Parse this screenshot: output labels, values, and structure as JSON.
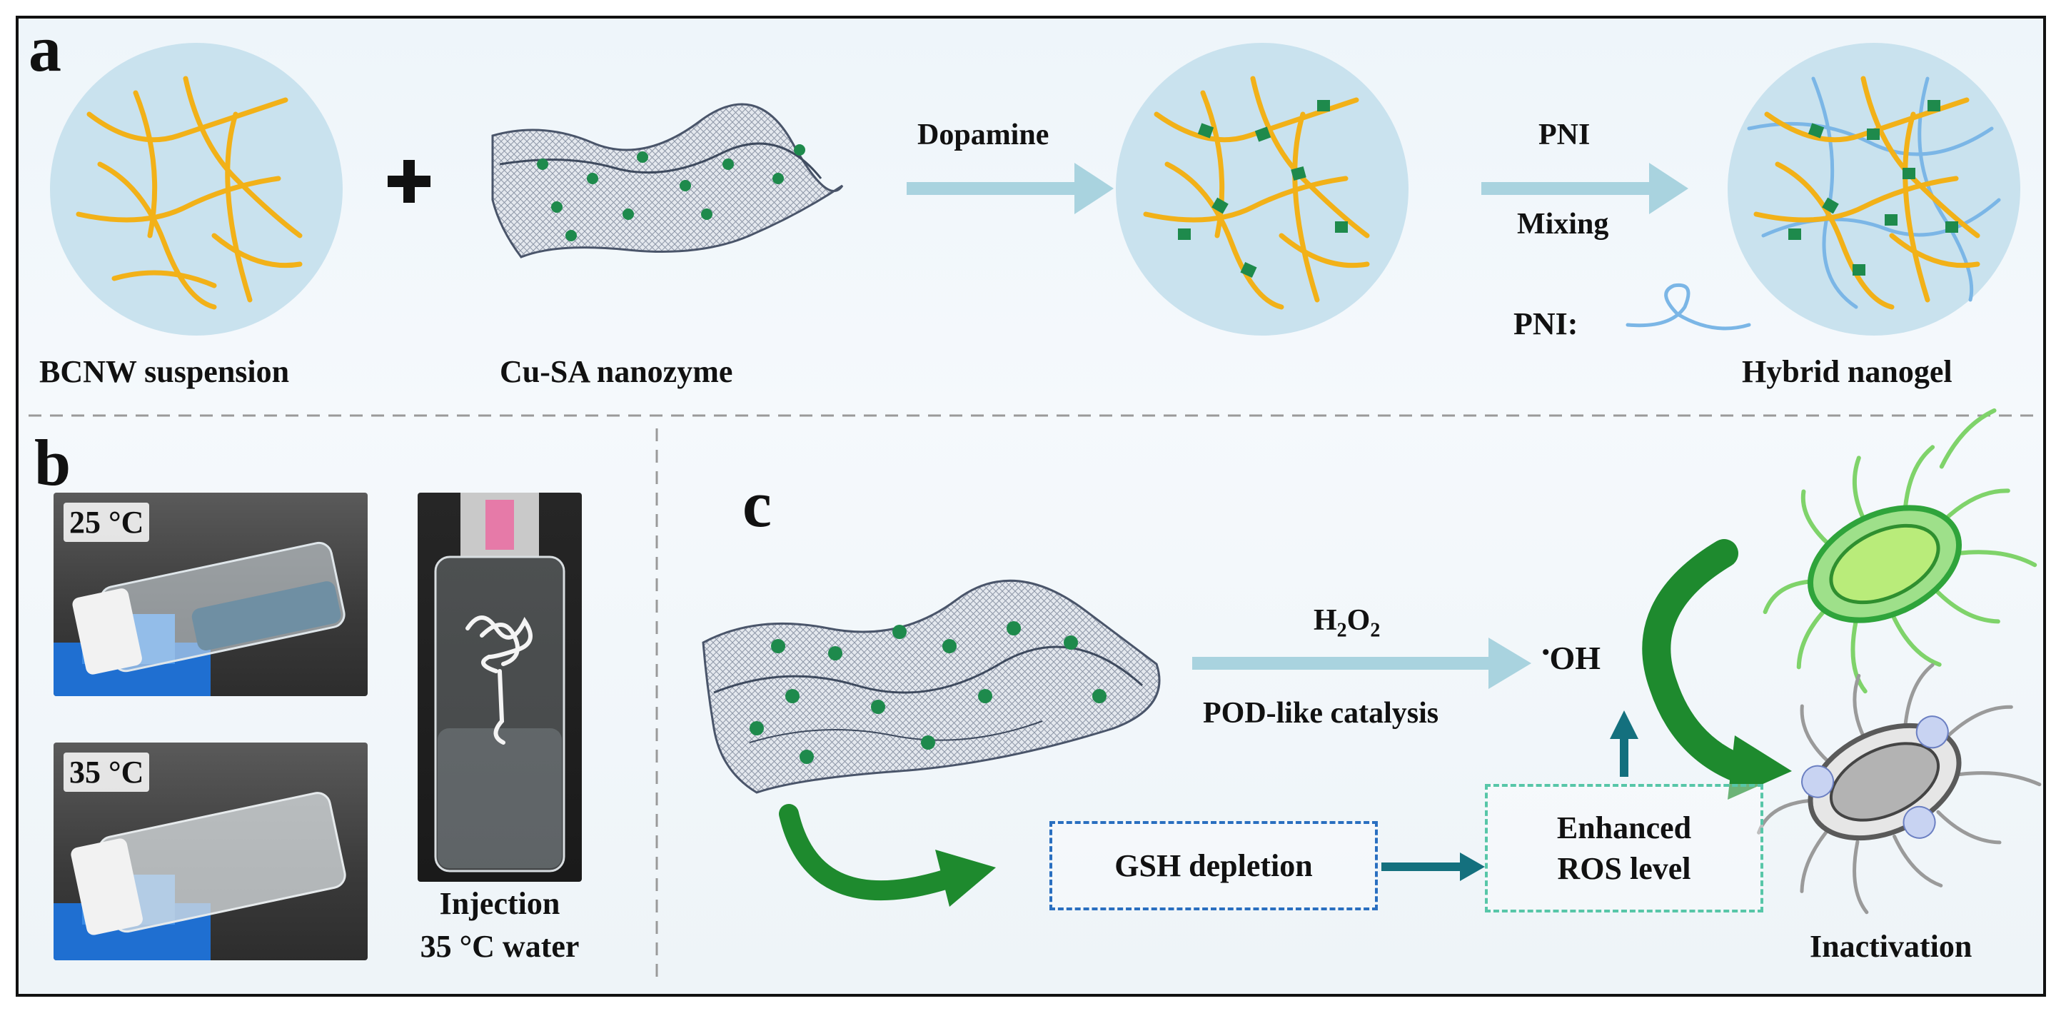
{
  "panel_a": {
    "letter": "a",
    "bcnw_label": "BCNW suspension",
    "nanozyme_label": "Cu-SA nanozyme",
    "plus": "+",
    "arrow1_label": "Dopamine",
    "arrow2_label_top": "PNI",
    "arrow2_label_bottom": "Mixing",
    "pni_legend_label": "PNI:",
    "hybrid_label": "Hybrid nanogel"
  },
  "panel_b": {
    "letter": "b",
    "photo1_temp": "25 °C",
    "photo2_temp": "35 °C",
    "injection_line1": "Injection",
    "injection_line2": "35 °C water"
  },
  "panel_c": {
    "letter": "c",
    "h2o2_main": "H",
    "h2o2_sub1": "2",
    "h2o2_mid": "O",
    "h2o2_sub2": "2",
    "catalysis_label": "POD-like catalysis",
    "oh_dot": "•",
    "oh_label": "OH",
    "gsh_label": "GSH depletion",
    "ros_line1": "Enhanced",
    "ros_line2": "ROS level",
    "inactivation_label": "Inactivation"
  },
  "colors": {
    "fiber": "#f2b118",
    "pni_fiber": "#7bb6e6",
    "circle": "#c9e2ee",
    "nanozyme_dot": "#1e8a4c",
    "arrow_light": "#a9d3df",
    "arrow_dark": "#14707e",
    "green_arrow": "#1e8a2e",
    "gsh_box": "#2a6fc0",
    "ros_box": "#57c6a8"
  }
}
